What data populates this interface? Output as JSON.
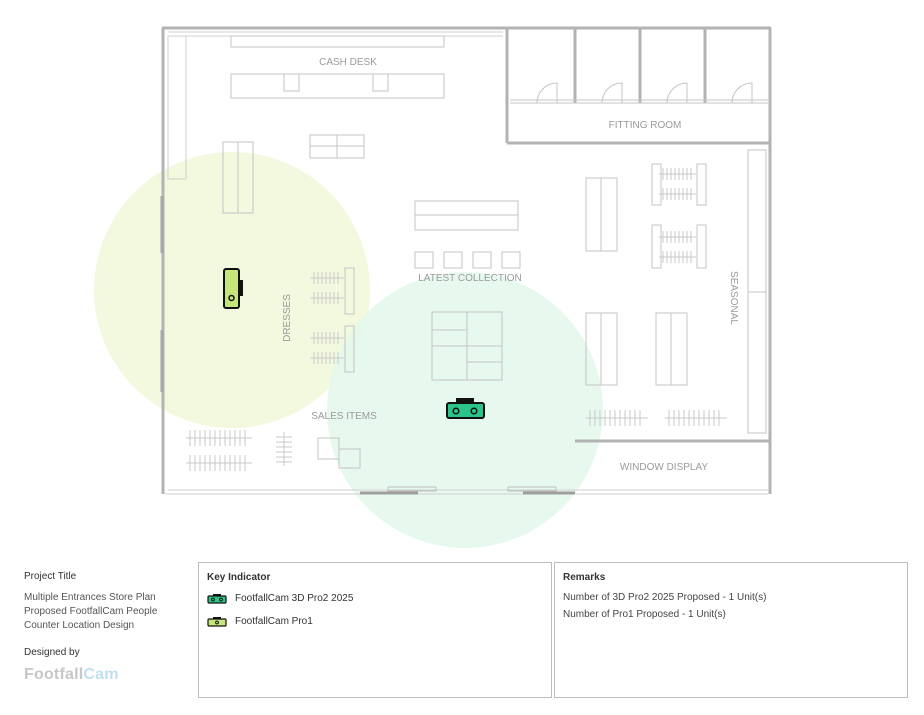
{
  "plan": {
    "labels": {
      "cash_desk": "CASH DESK",
      "fitting_room": "FITTING ROOM",
      "latest_collection": "LATEST COLLECTION",
      "seasonal": "SEASONAL",
      "dresses": "DRESSES",
      "sales_items": "SALES ITEMS",
      "window_display": "WINDOW DISPLAY"
    },
    "devices": [
      {
        "name": "FootfallCam 3D Pro2 2025",
        "color": "#2bc48a",
        "coverage_color": "#e3f8ec"
      },
      {
        "name": "FootfallCam Pro1",
        "color": "#c6e57a",
        "coverage_color": "#f1f8dc"
      }
    ]
  },
  "project": {
    "title_label": "Project Title",
    "title_lines": [
      "Multiple Entrances Store Plan",
      "Proposed FootfallCam People",
      "Counter Location Design"
    ],
    "designed_by_label": "Designed by",
    "brand_a": "Footfall",
    "brand_b": "Cam"
  },
  "key": {
    "heading": "Key Indicator",
    "items": [
      {
        "icon": "3d-pro2-camera-icon",
        "label": "FootfallCam 3D Pro2 2025"
      },
      {
        "icon": "pro1-camera-icon",
        "label": "FootfallCam Pro1"
      }
    ]
  },
  "remarks": {
    "heading": "Remarks",
    "lines": [
      "Number of 3D Pro2 2025 Proposed - 1 Unit(s)",
      "Number of Pro1 Proposed - 1 Unit(s)"
    ]
  }
}
